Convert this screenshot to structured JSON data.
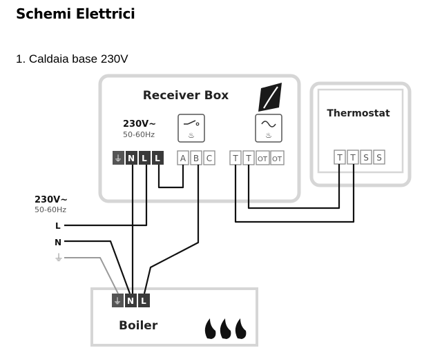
{
  "page": {
    "title": "Schemi Elettrici",
    "section": "1. Caldaia base 230V"
  },
  "diagram": {
    "receiver_box": {
      "title": "Receiver Box",
      "supply_voltage": "230V~",
      "supply_frequency": "50-60Hz",
      "terminals": [
        "⏚",
        "N",
        "L",
        "L",
        "A",
        "B",
        "C",
        "T",
        "T",
        "OT",
        "OT"
      ]
    },
    "thermostat": {
      "title": "Thermostat",
      "terminals": [
        "T",
        "T",
        "S",
        "S"
      ]
    },
    "mains": {
      "voltage": "230V~",
      "frequency": "50-60Hz",
      "lines": [
        "L",
        "N",
        "⏚"
      ]
    },
    "boiler": {
      "title": "Boiler",
      "terminals": [
        "⏚",
        "N",
        "L"
      ]
    },
    "colors": {
      "box_border": "#d6d6d6",
      "terminal_dark": "#3a3a3a",
      "terminal_grey": "#8a8a8a",
      "wire": "#111111",
      "earth_wire": "#9a9a9a"
    }
  }
}
